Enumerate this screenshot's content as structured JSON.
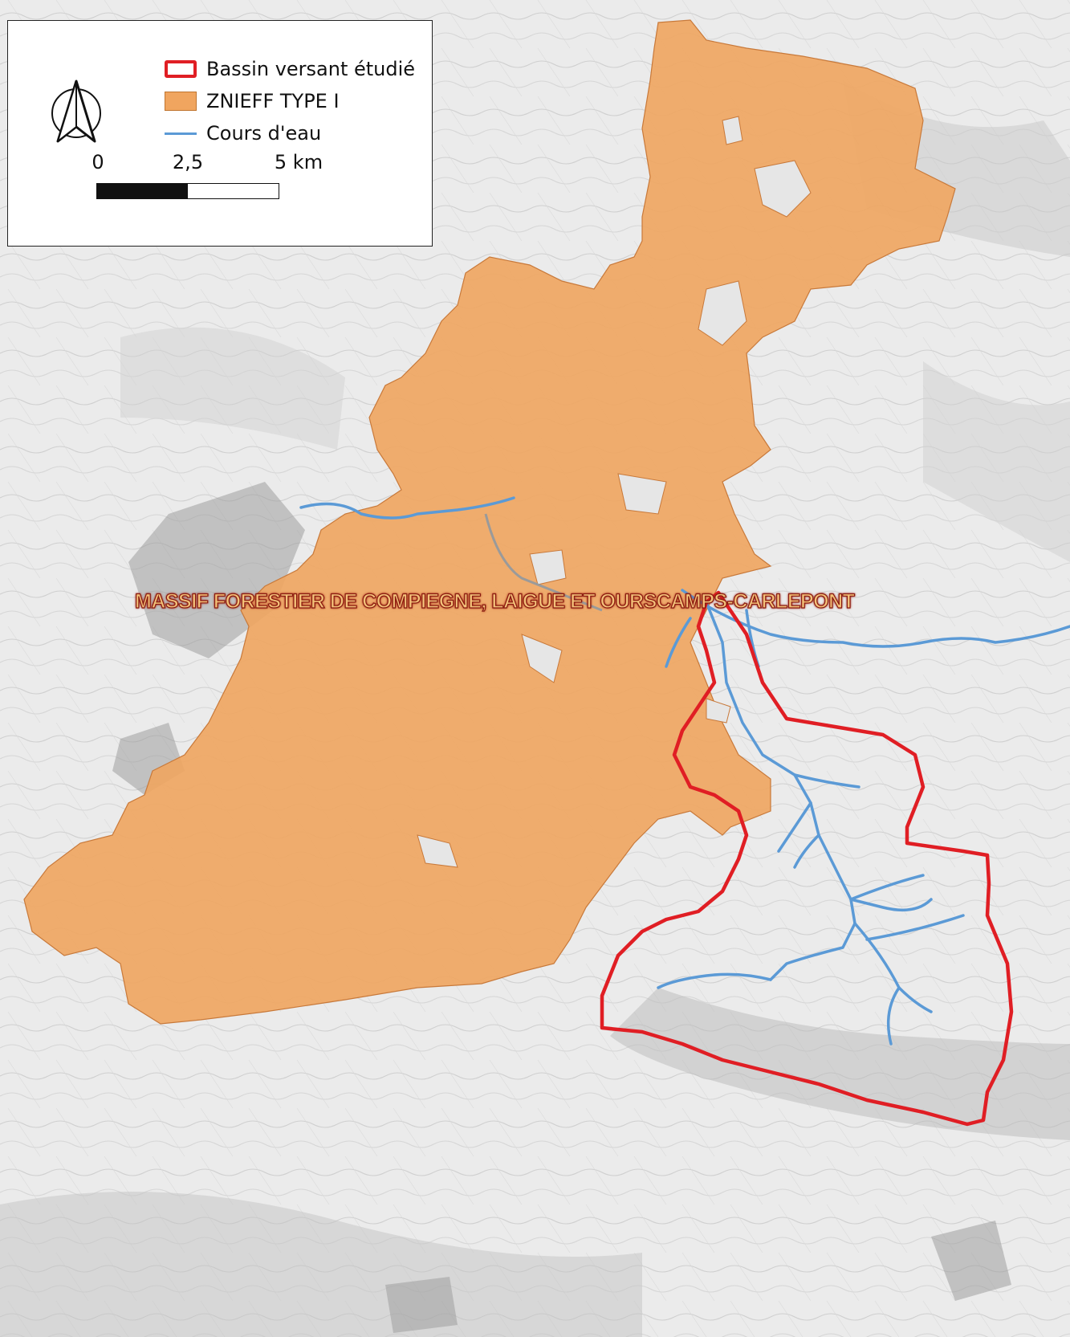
{
  "legend": {
    "items": [
      {
        "label": "Bassin versant étudié",
        "symbol": "red-outline"
      },
      {
        "label": "ZNIEFF TYPE I",
        "symbol": "orange-fill"
      },
      {
        "label": "Cours d'eau",
        "symbol": "blue-line"
      }
    ],
    "scale": {
      "labels": [
        "0",
        "2,5",
        "5 km"
      ]
    },
    "north_arrow": "north-arrow-icon"
  },
  "map": {
    "zone_label": "MASSIF FORESTIER DE COMPIEGNE, LAIGUE ET OURSCAMPS-CARLEPONT",
    "colors": {
      "znieff_fill": "#f0a55f",
      "basin_stroke": "#e01e24",
      "river_stroke": "#5b9ad6",
      "basemap": "#e8e8e8"
    }
  }
}
